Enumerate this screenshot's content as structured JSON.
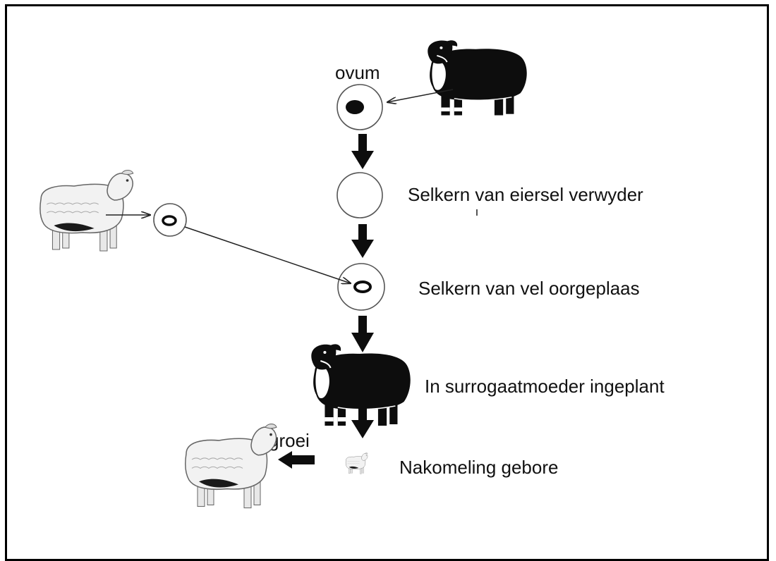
{
  "labels": {
    "ovum": "ovum",
    "remove_nucleus": "Selkern van eiersel verwyder",
    "transfer_nucleus": "Selkern van vel oorgeplaas",
    "implant": "In surrogaatmoeder ingeplant",
    "offspring": "Nakomeling gebore",
    "grow": "groei"
  },
  "colors": {
    "ink": "#111111",
    "black_sheep": "#0d0d0d",
    "white_sheep_fill": "#f2f2f2",
    "white_sheep_outline": "#555555"
  },
  "icons": {
    "black_sheep_donor": "black-sheep-icon",
    "white_sheep_donor": "white-sheep-icon",
    "surrogate": "black-sheep-icon",
    "lamb": "lamb-icon",
    "grown_sheep": "white-sheep-icon"
  }
}
